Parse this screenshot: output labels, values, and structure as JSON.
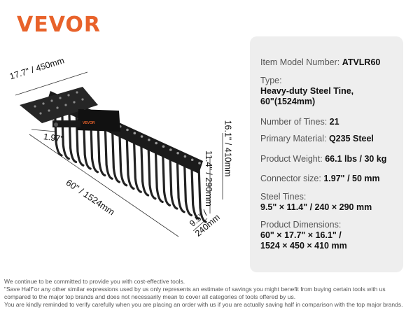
{
  "brand": {
    "logo_text": "VEVOR",
    "color": "#e8622a"
  },
  "figure": {
    "dims": {
      "width_top": "17.7\" / 450mm",
      "connector": "1.97\"",
      "length": "60\" / 1524mm",
      "tine_height": "11.4\" / 290mm",
      "total_height": "16.1\" / 410mm",
      "tine_width_a": "9.5\" /",
      "tine_width_b": "240mm"
    },
    "plate_text": "VEVOR"
  },
  "specs": [
    {
      "label": "Item Model Number:",
      "value": "ATVLR60"
    },
    {
      "label": "Type:",
      "value_lines": [
        "Heavy-duty Steel Tine,",
        "60\"(1524mm)"
      ]
    },
    {
      "label": "Number of Tines:",
      "value": "21"
    },
    {
      "label": "Primary Material:",
      "value": "Q235 Steel"
    },
    {
      "label": "Product Weight:",
      "value": "66.1 lbs / 30 kg"
    },
    {
      "label": "Connector size:",
      "value": "1.97\" / 50 mm"
    },
    {
      "label": "Steel Tines:",
      "value_lines": [
        "9.5\" × 11.4\" / 240 × 290 mm"
      ]
    },
    {
      "label": "Product Dimensions:",
      "value_lines": [
        "60\" × 17.7\" × 16.1\" /",
        "1524 × 450 × 410 mm"
      ]
    }
  ],
  "disclaimer": [
    "We continue to be committed to provide you with cost-effective tools.",
    "\"Save Half\"or any other similar expressions used by us only represents an estimate of savings you might benefit from buying certain tools with us",
    "compared to the major top brands and does not necessarily mean to cover all categories of tools offered by us.",
    "You are kindly reminded to verify carefully when you are placing an order with us if you are actually saving half in comparison with the top major brands."
  ]
}
